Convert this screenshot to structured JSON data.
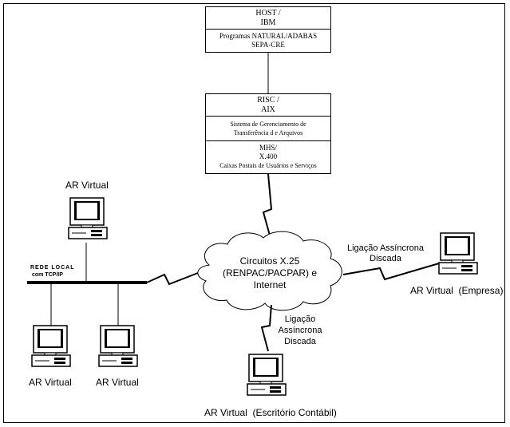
{
  "host_box": {
    "title_line1": "HOST /",
    "title_line2": "IBM",
    "desc_line1": "Programas NATURAL/ADABAS",
    "desc_line2": "SEPA-CRE"
  },
  "risc_box": {
    "title_line1": "RISC /",
    "title_line2": "AIX",
    "desc_line1": "Sistema de Gerenciamento  de",
    "desc_line2": "Transferência d e Arquivos",
    "mhs_line1": "MHS/",
    "mhs_line2": "X.400",
    "mhs_desc": "Caixas Postais de  Usuários e Serviços"
  },
  "cloud": {
    "line1": "Circuitos X.25",
    "line2": "(RENPAC/PACPAR) e",
    "line3": "Internet"
  },
  "lan": {
    "line1": "REDE LOCAL",
    "line2": "com TCP/IP"
  },
  "workstations": {
    "top_left": "AR Virtual",
    "bottom_left_1": "AR Virtual",
    "bottom_left_2": "AR Virtual",
    "right": "AR Virtual  (Empresa)",
    "bottom": "AR Virtual  (Escritório Contábil)"
  },
  "links": {
    "right_line1": "Ligação Assíncrona",
    "right_line2": "Discada",
    "bottom_line1": "Ligação",
    "bottom_line2": "Assíncrona",
    "bottom_line3": "Discada"
  }
}
